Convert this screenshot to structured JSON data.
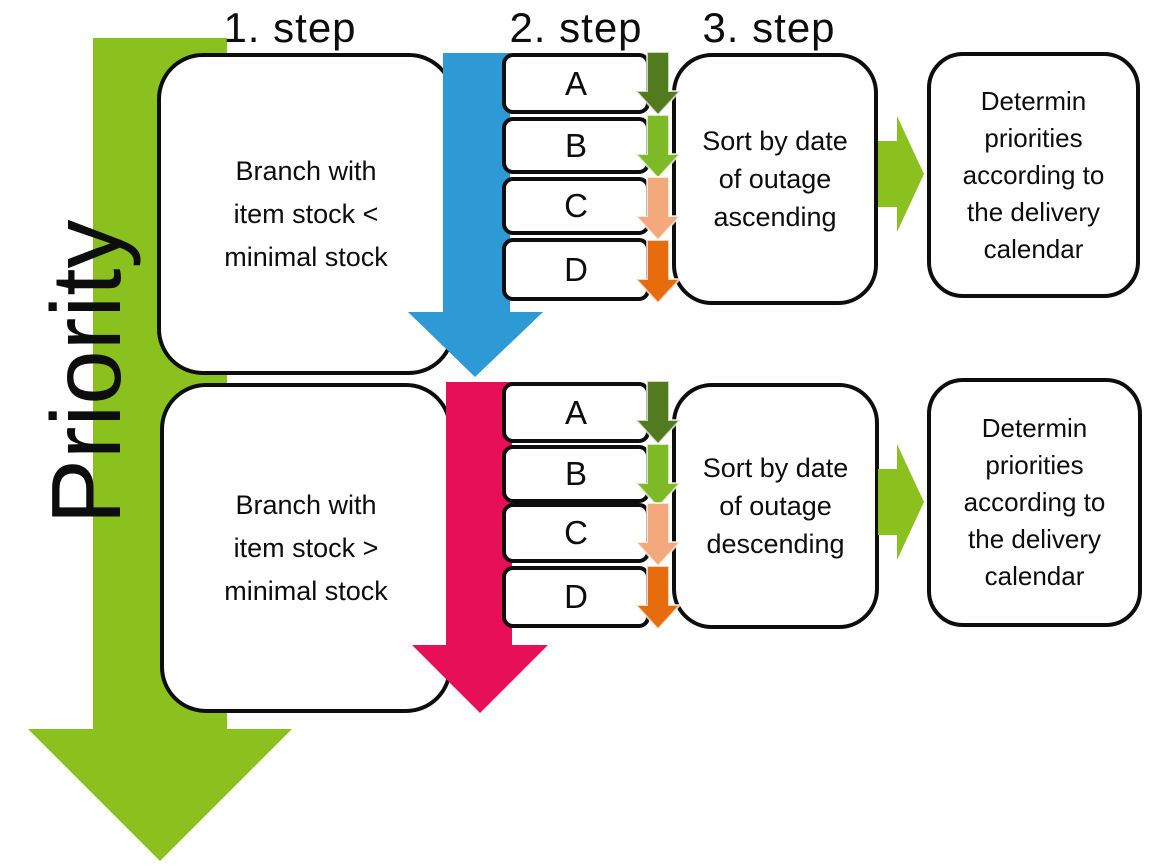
{
  "priority_label": "Priority",
  "step_headers": [
    "1. step",
    "2. step",
    "3. step"
  ],
  "colors": {
    "green": "#8bc11f",
    "darkgreen": "#527a1e",
    "midgreen": "#7eba28",
    "blue": "#2d9ad6",
    "pink": "#e60f58",
    "peach": "#f3a97b",
    "orange": "#e76c0e",
    "ink": "#0d0d0d",
    "bg": "#ffffff"
  },
  "rows": [
    {
      "branch_lines": [
        "Branch with",
        "item stock <",
        "minimal stock"
      ],
      "items": [
        "A",
        "B",
        "C",
        "D"
      ],
      "sort_lines": [
        "Sort by date",
        "of outage",
        "ascending"
      ],
      "determine_lines": [
        "Determin",
        "priorities",
        "according to",
        "the delivery",
        "calendar"
      ]
    },
    {
      "branch_lines": [
        "Branch with",
        "item stock >",
        "minimal stock"
      ],
      "items": [
        "A",
        "B",
        "C",
        "D"
      ],
      "sort_lines": [
        "Sort by date",
        "of outage",
        "descending"
      ],
      "determine_lines": [
        "Determin",
        "priorities",
        "according to",
        "the delivery",
        "calendar"
      ]
    }
  ]
}
